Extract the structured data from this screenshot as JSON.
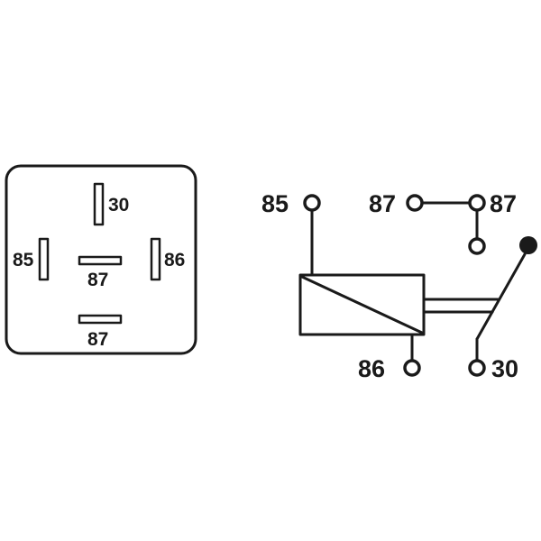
{
  "footprint": {
    "labels": {
      "pin_30": "30",
      "pin_85": "85",
      "pin_86": "86",
      "pin_87_center": "87",
      "pin_87_bottom": "87"
    }
  },
  "schematic": {
    "labels": {
      "terminal_85": "85",
      "terminal_87_left": "87",
      "terminal_87_right": "87",
      "terminal_86": "86",
      "terminal_30": "30"
    }
  },
  "colors": {
    "ink": "#1a1a1a",
    "background": "#ffffff"
  }
}
